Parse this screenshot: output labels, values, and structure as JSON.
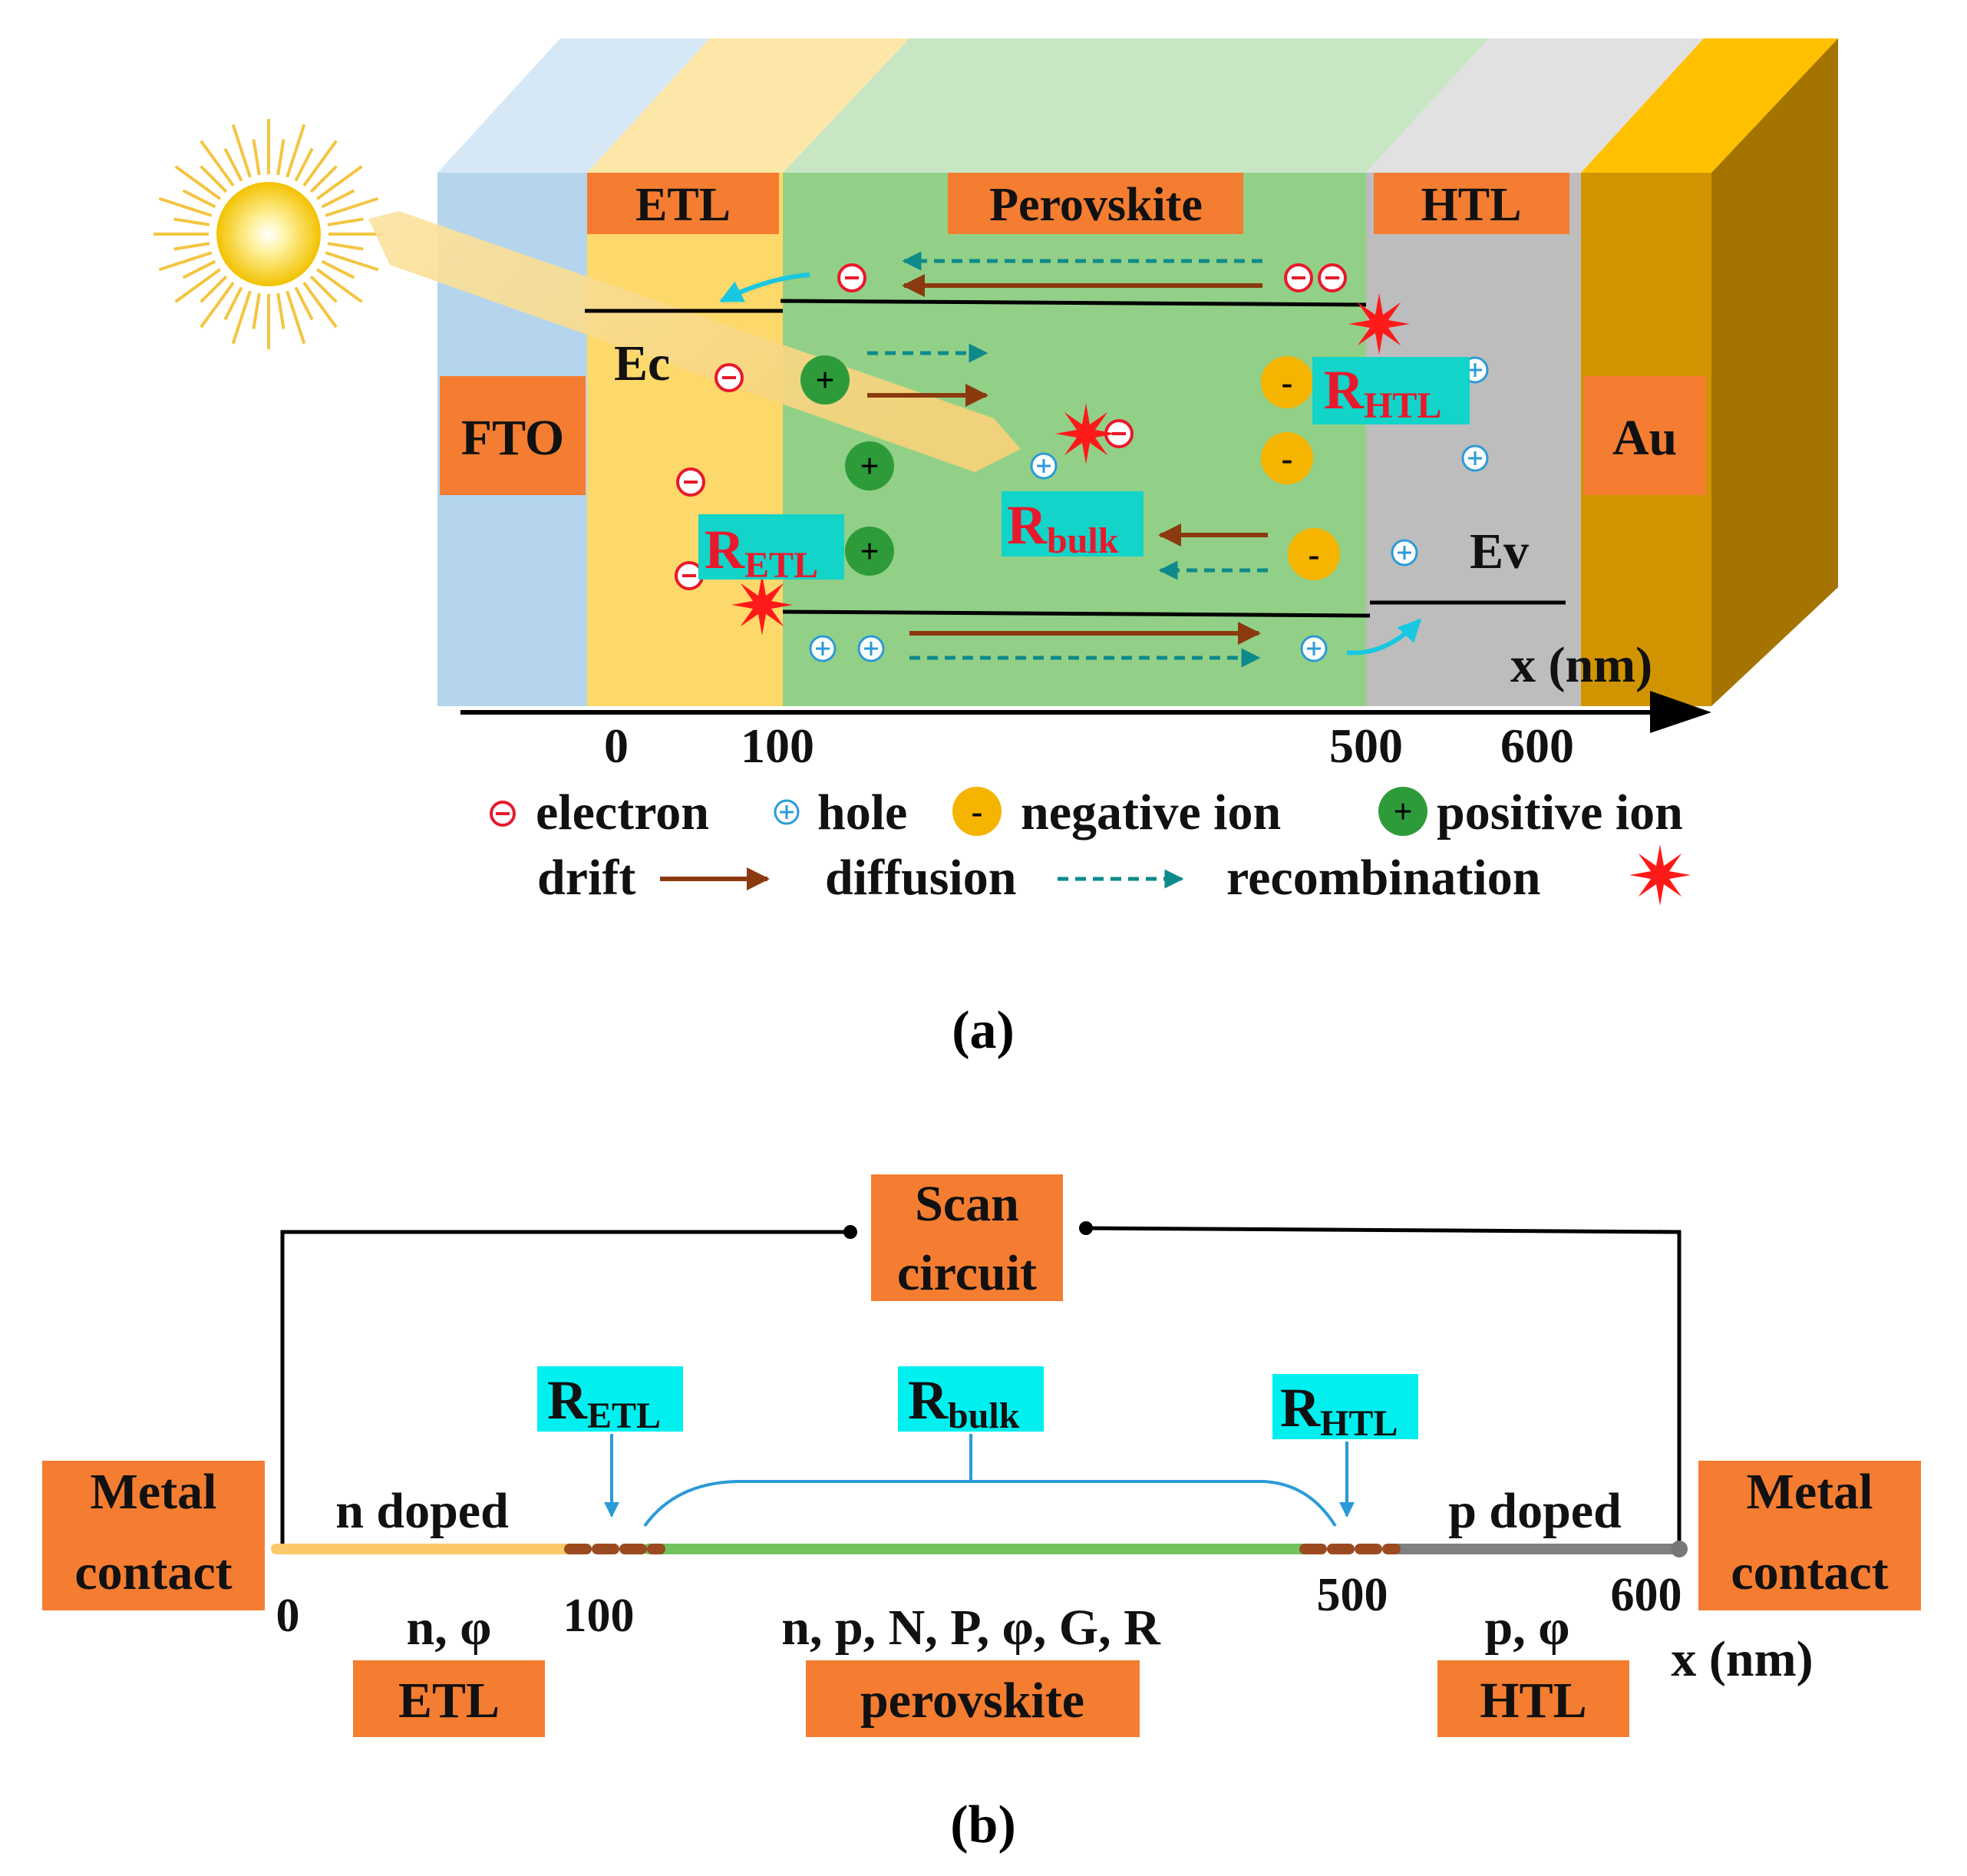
{
  "panel_a": {
    "caption_open": "(",
    "caption_letter": "a",
    "caption_close": ")",
    "layers": {
      "fto": "FTO",
      "etl": "ETL",
      "perovskite": "Perovskite",
      "htl": "HTL",
      "au": "Au"
    },
    "bands": {
      "ec": "Ec",
      "ev": "Ev"
    },
    "recombination": {
      "r": "R",
      "etl_sub": "ETL",
      "bulk_sub": "bulk",
      "htl_sub": "HTL"
    },
    "axis": {
      "label": "x (nm)",
      "ticks": [
        "0",
        "100",
        "500",
        "600"
      ]
    },
    "legend": {
      "electron": "electron",
      "hole": "hole",
      "negative_ion": "negative ion",
      "positive_ion": "positive ion",
      "drift": "drift",
      "diffusion": "diffusion",
      "recombination": "recombination"
    },
    "symbols": {
      "neg": "-",
      "pos": "+"
    }
  },
  "panel_b": {
    "caption_open": "(",
    "caption_letter": "b",
    "caption_close": ")",
    "scan_circuit": [
      "Scan",
      "circuit"
    ],
    "metal_contact": [
      "Metal",
      "contact"
    ],
    "n_doped": "n doped",
    "p_doped": "p doped",
    "recombination": {
      "r": "R",
      "etl_sub": "ETL",
      "bulk_sub": "bulk",
      "htl_sub": "HTL"
    },
    "ticks": [
      "0",
      "100",
      "500",
      "600"
    ],
    "axis_label": "x (nm)",
    "variables": {
      "etl": "n, φ",
      "perovskite": "n, p, N, P, φ, G, R",
      "htl": "p, φ"
    },
    "regions": {
      "etl": "ETL",
      "perovskite": "perovskite",
      "htl": "HTL"
    }
  },
  "colors": {
    "label_box": "#f47d31",
    "cyan_box": "#00f0f0",
    "drift": "#8b3a0f",
    "diffusion": "#0e8a8a",
    "electron": "#e8192c",
    "hole": "#2b9ad9",
    "negative_ion": "#f5b400",
    "positive_ion": "#2e9b3a",
    "star": "#ff1a1a"
  }
}
